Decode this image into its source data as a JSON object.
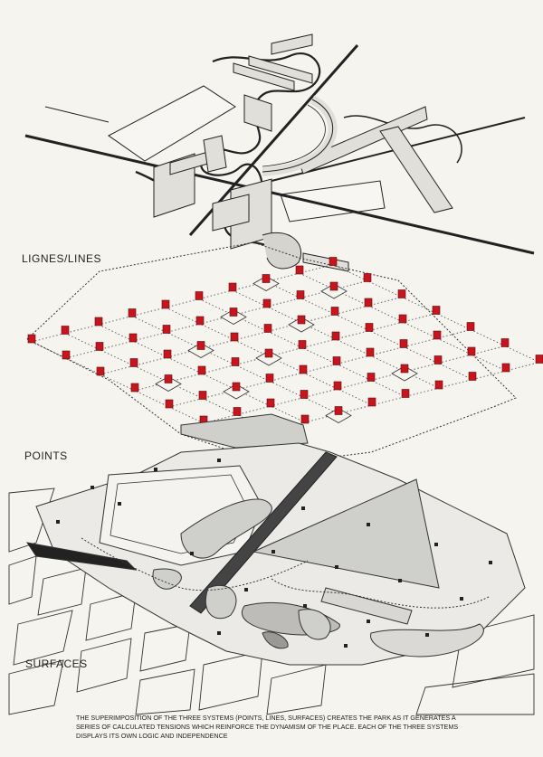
{
  "labels": {
    "lines": "LIGNES/LINES",
    "points": "POINTS",
    "surfaces": "SURFACES"
  },
  "caption": "THE SUPERIMPOSITION OF THE THREE SYSTEMS (POINTS, LINES, SURFACES) CREATES THE PARK AS IT GENERATES A SERIES OF CALCULATED TENSIONS WHICH REINFORCE THE DYNAMISM OF THE PLACE. EACH OF THE THREE SYSTEMS DISPLAYS ITS OWN LOGIC AND INDEPENDENCE",
  "colors": {
    "paper": "#f6f4ef",
    "ink": "#222222",
    "folie_red": "#c8141c",
    "surface_gray": "#cfcfcc",
    "surface_light": "#e4e3df"
  },
  "points_grid": {
    "rows": 7,
    "cols": 10
  }
}
